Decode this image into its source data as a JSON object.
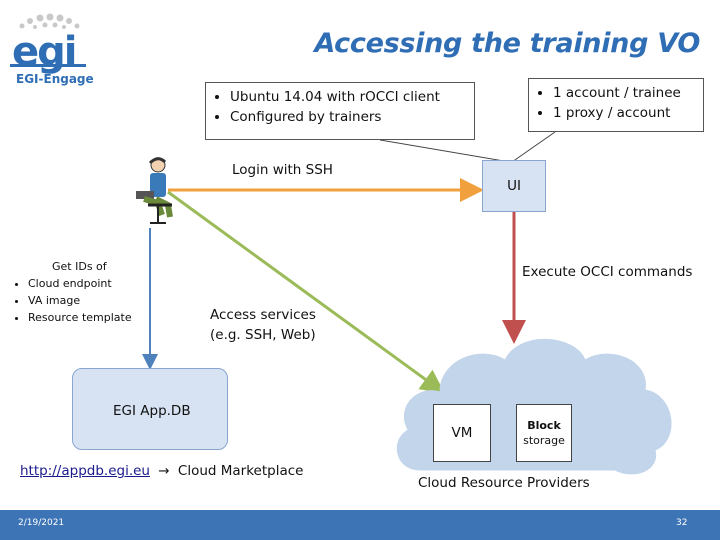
{
  "slide": {
    "title": "Accessing the training VO",
    "logo": {
      "text": "egi",
      "subtitle": "EGI-Engage"
    },
    "callout_left": {
      "items": [
        "Ubuntu 14.04 with rOCCI client",
        "Configured by trainers"
      ]
    },
    "callout_right": {
      "items": [
        "1 account / trainee",
        "1 proxy / account"
      ]
    },
    "ui_label": "UI",
    "login_label": "Login with SSH",
    "execute_label": "Execute OCCI commands",
    "access_label": [
      "Access services",
      "(e.g. SSH, Web)"
    ],
    "get_ids": {
      "heading": "Get IDs of",
      "items": [
        "Cloud endpoint",
        "VA image",
        "Resource template"
      ]
    },
    "appdb_label": "EGI App.DB",
    "appdb_link": "http://appdb.egi.eu",
    "arrow_glyph": "→",
    "marketplace_label": "Cloud Marketplace",
    "vm_label": "VM",
    "block_storage_label": [
      "Block",
      "storage"
    ],
    "cloud_label": "Cloud Resource Providers",
    "footer": {
      "date": "2/19/2021",
      "page": "32"
    },
    "colors": {
      "accent": "#2f6db5",
      "orange": "#f0a03c",
      "green": "#9bbb59",
      "red": "#c0504d",
      "blue_line": "#4f81bd"
    }
  }
}
